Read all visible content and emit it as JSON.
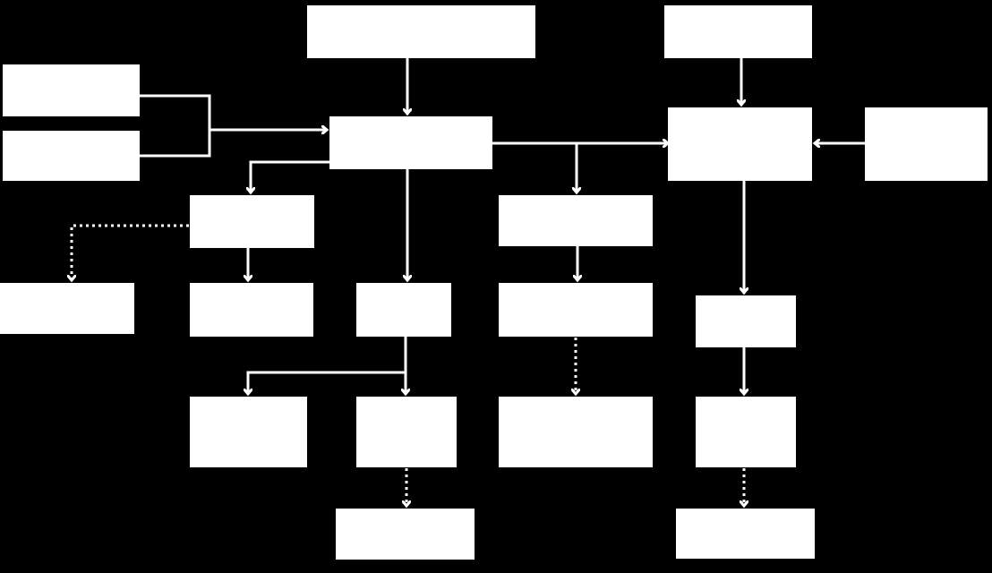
{
  "colors": {
    "background": "#000000",
    "box_fill": "#ffffff",
    "connector": "#ffffff"
  },
  "nodes": [
    {
      "id": "top-center",
      "label": ""
    },
    {
      "id": "top-right",
      "label": ""
    },
    {
      "id": "left-input-upper",
      "label": ""
    },
    {
      "id": "left-input-lower",
      "label": ""
    },
    {
      "id": "central-hub",
      "label": ""
    },
    {
      "id": "right-hub",
      "label": ""
    },
    {
      "id": "far-right-input",
      "label": ""
    },
    {
      "id": "left-branch",
      "label": ""
    },
    {
      "id": "center-right-branch",
      "label": ""
    },
    {
      "id": "far-left-output",
      "label": ""
    },
    {
      "id": "left-branch-child",
      "label": ""
    },
    {
      "id": "center-child",
      "label": ""
    },
    {
      "id": "center-right-child",
      "label": ""
    },
    {
      "id": "right-child",
      "label": ""
    },
    {
      "id": "bottom-left",
      "label": ""
    },
    {
      "id": "bottom-center",
      "label": ""
    },
    {
      "id": "bottom-center-right",
      "label": ""
    },
    {
      "id": "bottom-right",
      "label": ""
    },
    {
      "id": "final-center",
      "label": ""
    },
    {
      "id": "final-right",
      "label": ""
    }
  ],
  "edges": [
    {
      "from": "top-center",
      "to": "central-hub",
      "style": "solid"
    },
    {
      "from": "top-right",
      "to": "right-hub",
      "style": "solid"
    },
    {
      "from": "left-input-upper",
      "to": "central-hub",
      "style": "solid"
    },
    {
      "from": "left-input-lower",
      "to": "central-hub",
      "style": "solid"
    },
    {
      "from": "far-right-input",
      "to": "right-hub",
      "style": "solid"
    },
    {
      "from": "central-hub",
      "to": "right-hub",
      "style": "solid"
    },
    {
      "from": "central-hub",
      "to": "left-branch",
      "style": "solid"
    },
    {
      "from": "central-hub",
      "to": "center-child",
      "style": "solid"
    },
    {
      "from": "central-hub",
      "to": "center-right-branch",
      "style": "solid"
    },
    {
      "from": "left-branch",
      "to": "far-left-output",
      "style": "dotted"
    },
    {
      "from": "left-branch",
      "to": "left-branch-child",
      "style": "solid"
    },
    {
      "from": "center-right-branch",
      "to": "center-right-child",
      "style": "solid"
    },
    {
      "from": "right-hub",
      "to": "right-child",
      "style": "solid"
    },
    {
      "from": "center-child",
      "to": "bottom-left",
      "style": "solid"
    },
    {
      "from": "center-child",
      "to": "bottom-center",
      "style": "solid"
    },
    {
      "from": "center-right-child",
      "to": "bottom-center-right",
      "style": "dotted"
    },
    {
      "from": "right-child",
      "to": "bottom-right",
      "style": "solid"
    },
    {
      "from": "bottom-center",
      "to": "final-center",
      "style": "dotted"
    },
    {
      "from": "bottom-right",
      "to": "final-right",
      "style": "dotted"
    }
  ]
}
